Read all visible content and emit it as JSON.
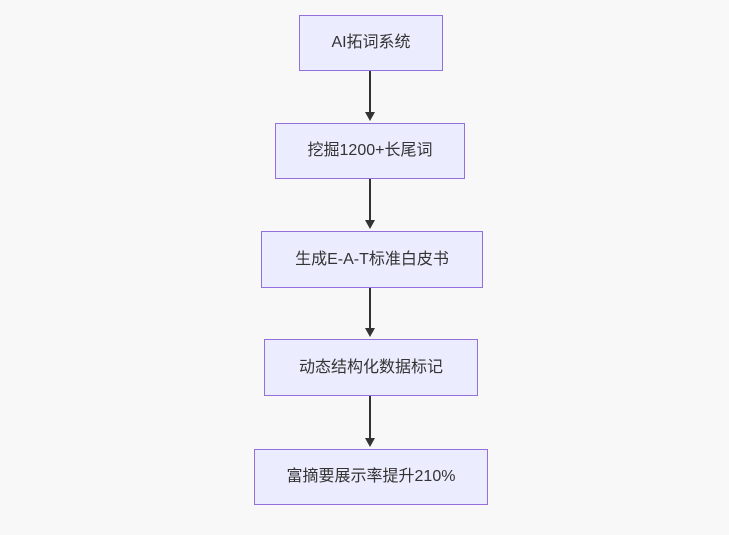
{
  "diagram": {
    "type": "flowchart",
    "direction": "top-down",
    "colors": {
      "background": "#f8f8f8",
      "node_fill": "#ECECFF",
      "node_border": "#9370DB",
      "text": "#333333",
      "arrow": "#333333"
    },
    "nodes": [
      {
        "id": "n1",
        "label": "AI拓词系统"
      },
      {
        "id": "n2",
        "label": "挖掘1200+长尾词"
      },
      {
        "id": "n3",
        "label": "生成E-A-T标准白皮书"
      },
      {
        "id": "n4",
        "label": "动态结构化数据标记"
      },
      {
        "id": "n5",
        "label": "富摘要展示率提升210%"
      }
    ],
    "edges": [
      {
        "from": "n1",
        "to": "n2"
      },
      {
        "from": "n2",
        "to": "n3"
      },
      {
        "from": "n3",
        "to": "n4"
      },
      {
        "from": "n4",
        "to": "n5"
      }
    ]
  }
}
